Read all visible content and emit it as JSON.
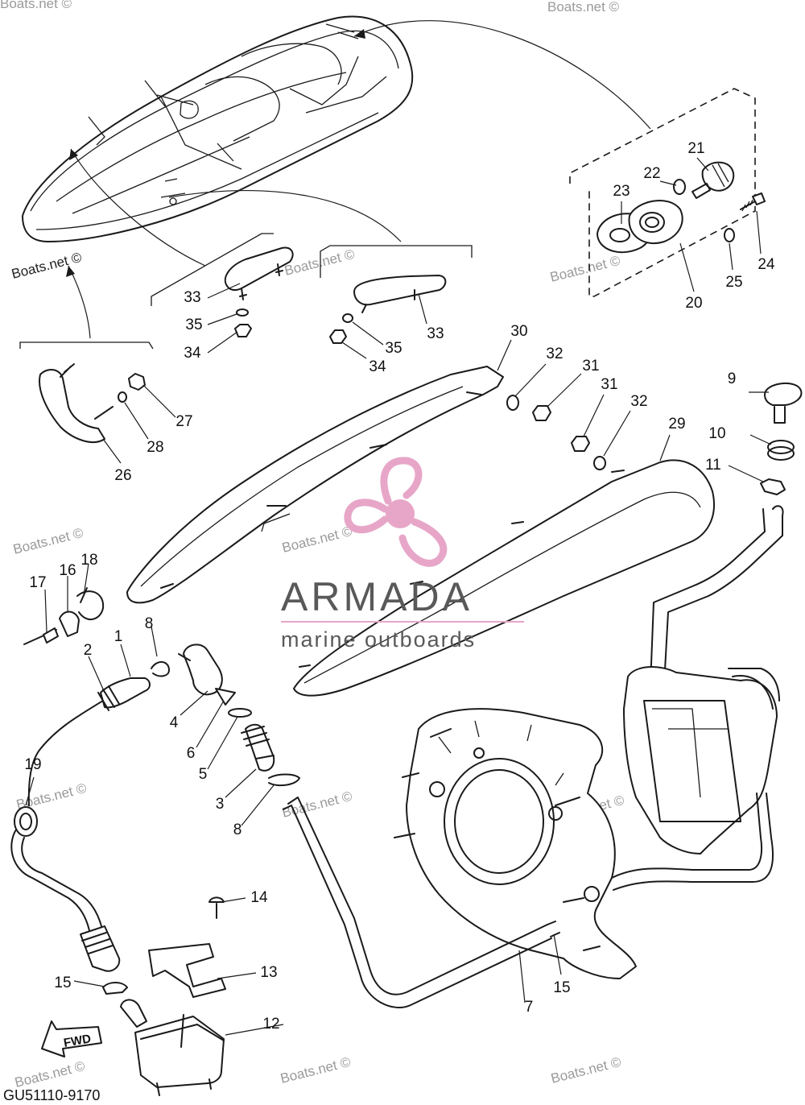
{
  "diagram_code": "GU51110-9170",
  "fwd_label": "FWD",
  "watermark": "Boats.net ©",
  "logo": {
    "name": "ARMADA",
    "tagline": "marine outboards",
    "color": "#e7a6c8",
    "text_color": "#595959"
  },
  "callouts": [
    {
      "id": "c1",
      "text": "1"
    },
    {
      "id": "c2",
      "text": "2"
    },
    {
      "id": "c3",
      "text": "3"
    },
    {
      "id": "c4",
      "text": "4"
    },
    {
      "id": "c5",
      "text": "5"
    },
    {
      "id": "c6",
      "text": "6"
    },
    {
      "id": "c7",
      "text": "7"
    },
    {
      "id": "c8a",
      "text": "8"
    },
    {
      "id": "c8b",
      "text": "8"
    },
    {
      "id": "c9",
      "text": "9"
    },
    {
      "id": "c10",
      "text": "10"
    },
    {
      "id": "c11",
      "text": "11"
    },
    {
      "id": "c12",
      "text": "12"
    },
    {
      "id": "c13",
      "text": "13"
    },
    {
      "id": "c14",
      "text": "14"
    },
    {
      "id": "c15a",
      "text": "15"
    },
    {
      "id": "c15b",
      "text": "15"
    },
    {
      "id": "c16",
      "text": "16"
    },
    {
      "id": "c17",
      "text": "17"
    },
    {
      "id": "c18",
      "text": "18"
    },
    {
      "id": "c19",
      "text": "19"
    },
    {
      "id": "c20",
      "text": "20"
    },
    {
      "id": "c21",
      "text": "21"
    },
    {
      "id": "c22",
      "text": "22"
    },
    {
      "id": "c23",
      "text": "23"
    },
    {
      "id": "c24",
      "text": "24"
    },
    {
      "id": "c25",
      "text": "25"
    },
    {
      "id": "c26",
      "text": "26"
    },
    {
      "id": "c27",
      "text": "27"
    },
    {
      "id": "c28",
      "text": "28"
    },
    {
      "id": "c29",
      "text": "29"
    },
    {
      "id": "c30",
      "text": "30"
    },
    {
      "id": "c31a",
      "text": "31"
    },
    {
      "id": "c31b",
      "text": "31"
    },
    {
      "id": "c32a",
      "text": "32"
    },
    {
      "id": "c32b",
      "text": "32"
    },
    {
      "id": "c33a",
      "text": "33"
    },
    {
      "id": "c33b",
      "text": "33"
    },
    {
      "id": "c34a",
      "text": "34"
    },
    {
      "id": "c34b",
      "text": "34"
    },
    {
      "id": "c35a",
      "text": "35"
    },
    {
      "id": "c35b",
      "text": "35"
    }
  ]
}
